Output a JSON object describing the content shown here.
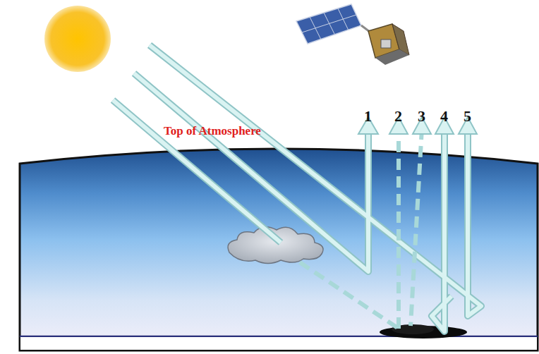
{
  "diagram": {
    "labels": [
      "Top of Atmosphere",
      "1",
      "2",
      "3",
      "4",
      "5"
    ]
  }
}
